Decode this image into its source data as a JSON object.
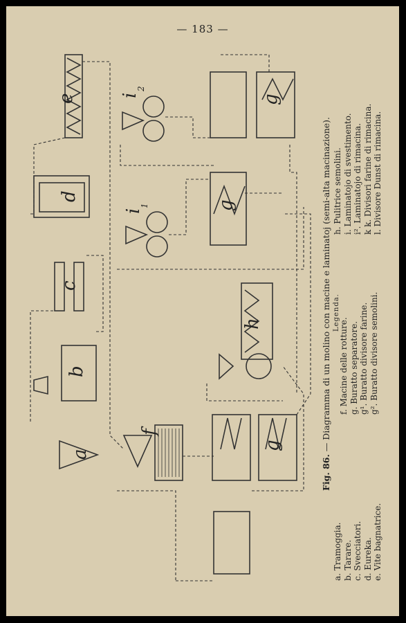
{
  "page_number": "— 183 —",
  "caption": {
    "fig_label": "Fig. 86.",
    "text": "— Diagramma di un molino con macine e laminatoj (semi-alta macinazione)."
  },
  "legend_title": "Legenda.",
  "legend": {
    "col1": [
      "a. Tramoggia.",
      "b. Tarare.",
      "c. Svecciatori.",
      "d. Eureka.",
      "e. Vite bagnatrice."
    ],
    "col2": [
      "f. Macine delle rotture.",
      "g. Buratto separatore.",
      "g¹. Buratto divisore farine.",
      "g². Buratto divisore semolini."
    ],
    "col3": [
      "h. Pulitrice semolini.",
      "i. Laminatojo di svestimento.",
      "i². Laminatojo di rimacina.",
      "k k. Divisori farine di rimacina.",
      "l. Divisore Dunst di rimacina."
    ]
  },
  "diagram_labels": {
    "a": "a",
    "b": "b",
    "c": "c",
    "d": "d",
    "e": "e",
    "f": "f",
    "g": "g",
    "g1": "g",
    "g2": "g",
    "h": "h",
    "i1": "i",
    "i2": "i",
    "sub1": "1",
    "sub2": "2"
  }
}
